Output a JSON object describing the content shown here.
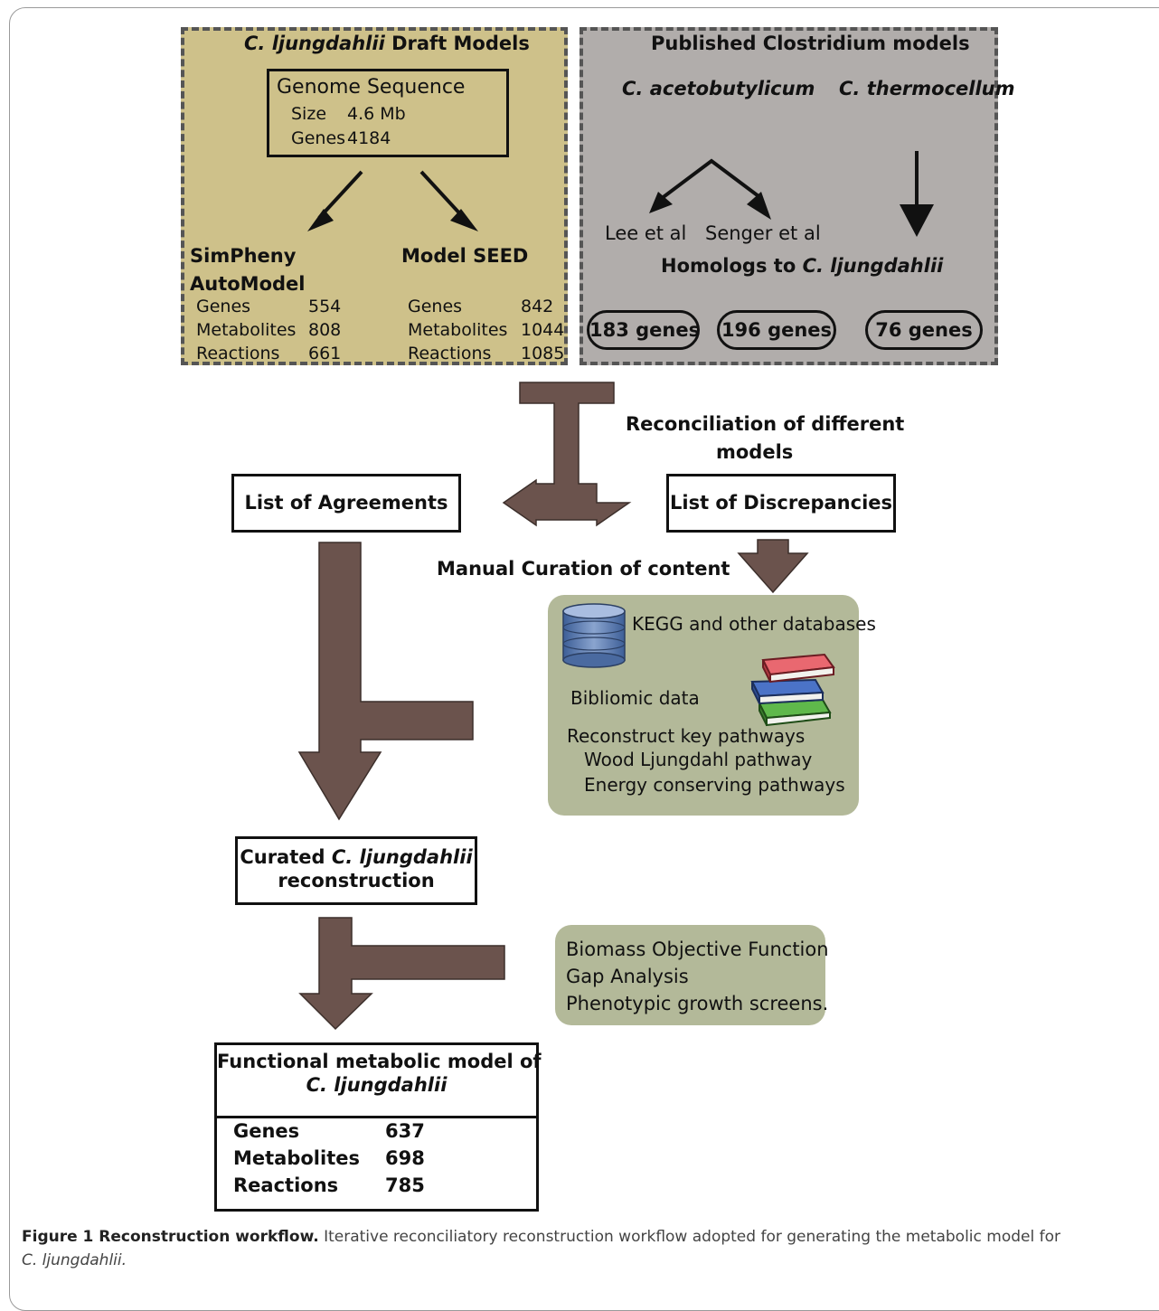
{
  "draft": {
    "title_ital": "C. ljungdahlii",
    "title_rest": " Draft Models",
    "genome": {
      "title": "Genome Sequence",
      "size_label": "Size",
      "size_value": "4.6 Mb",
      "genes_label": "Genes",
      "genes_value": "4184"
    },
    "simpheny": {
      "title_line1": "SimPheny",
      "title_line2": "AutoModel",
      "rows": [
        {
          "label": "Genes",
          "value": "554"
        },
        {
          "label": "Metabolites",
          "value": "808"
        },
        {
          "label": "Reactions",
          "value": "661"
        }
      ]
    },
    "seed": {
      "title": "Model SEED",
      "rows": [
        {
          "label": "Genes",
          "value": "842"
        },
        {
          "label": "Metabolites",
          "value": "1044"
        },
        {
          "label": "Reactions",
          "value": "1085"
        }
      ]
    }
  },
  "published": {
    "title": "Published Clostridium models",
    "species1": "C. acetobutylicum",
    "species2": "C. thermocellum",
    "lee": "Lee et al",
    "senger": "Senger et al",
    "homologs_prefix": "Homologs to ",
    "homologs_ital": "C. ljungdahlii",
    "pill1": "183 genes",
    "pill2": "196 genes",
    "pill3": "76 genes"
  },
  "reconciliation": {
    "line1": "Reconciliation of different",
    "line2": "models"
  },
  "agreements": "List of Agreements",
  "discrepancies": "List of Discrepancies",
  "manual_curation": "Manual Curation of content",
  "curation_box": {
    "kegg": "KEGG and other databases",
    "bibliomic": "Bibliomic data",
    "reconstruct": "Reconstruct key pathways",
    "wood": "Wood Ljungdahl pathway",
    "energy": "Energy conserving pathways"
  },
  "curated": {
    "prefix": "Curated ",
    "ital": "C. ljungdahlii",
    "line2": "reconstruction"
  },
  "biomass_box": {
    "line1": "Biomass Objective Function",
    "line2": "Gap Analysis",
    "line3": "Phenotypic growth screens."
  },
  "functional": {
    "line1": "Functional metabolic model of",
    "line2": "C. ljungdahlii",
    "rows": [
      {
        "label": "Genes",
        "value": "637"
      },
      {
        "label": "Metabolites",
        "value": "698"
      },
      {
        "label": "Reactions",
        "value": "785"
      }
    ]
  },
  "caption": {
    "label": "Figure 1 Reconstruction workflow.",
    "text": " Iterative reconciliatory reconstruction workflow adopted for generating the metabolic model for",
    "line2": "C. ljungdahlii."
  },
  "colors": {
    "arrow_fill": "#6b534d",
    "draft_bg": "#cec18a",
    "published_bg": "#b1adab",
    "curation_bg": "#b3b999"
  }
}
